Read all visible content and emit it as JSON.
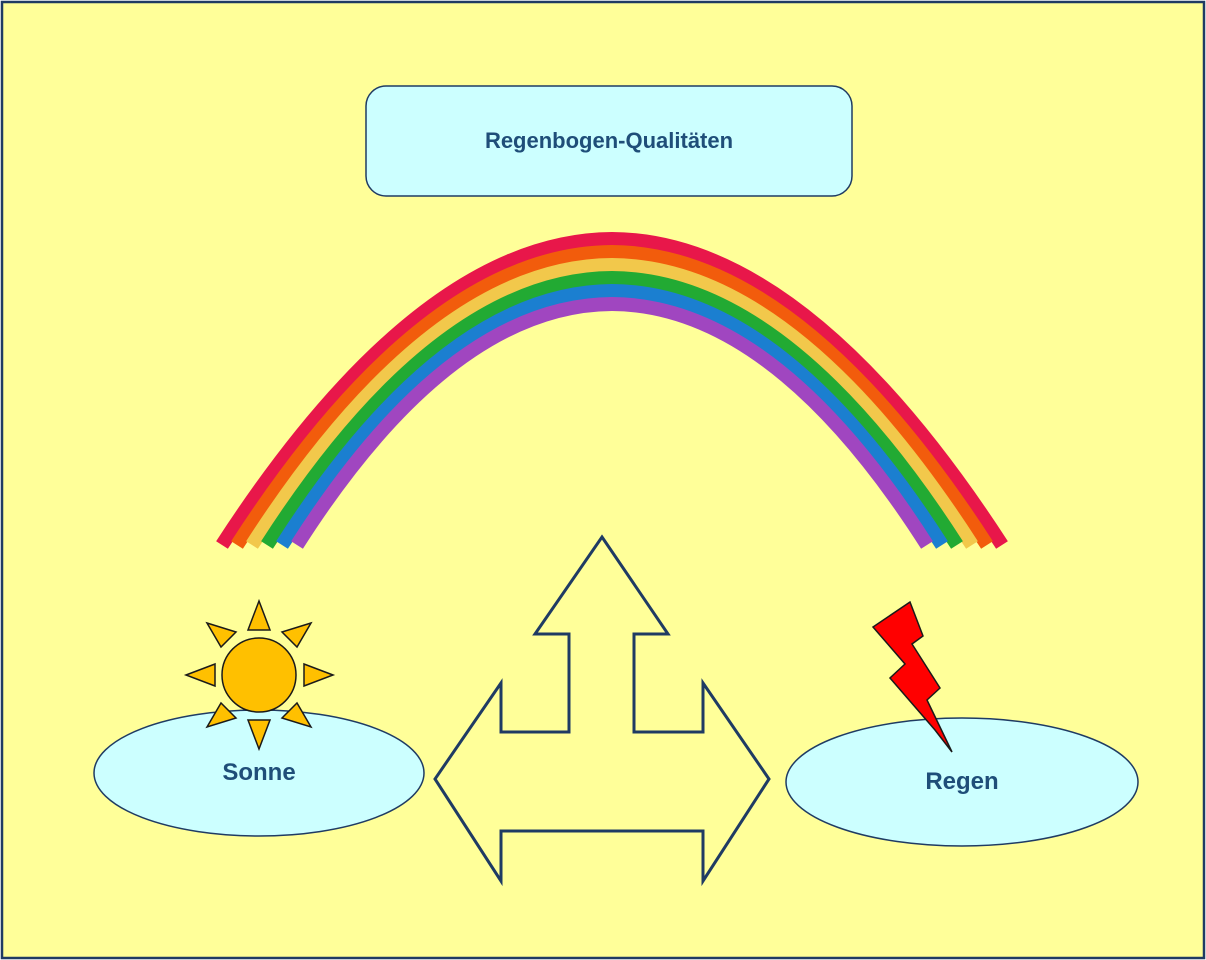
{
  "title": "Regenbogen-Qualitäten",
  "left_label": "Sonne",
  "right_label": "Regen",
  "icons": {
    "left": "sun-icon",
    "right": "lightning-icon",
    "center": "three-way-arrow-icon",
    "top": "rainbow-icon"
  },
  "colors": {
    "background": "#ffff99",
    "border": "#1f3b63",
    "box_fill": "#ccffff",
    "text": "#1f4e79",
    "sun": "#ffc000",
    "lightning": "#ff0000",
    "rainbow": [
      "#e8174a",
      "#f25c0c",
      "#f2c84b",
      "#22aa33",
      "#1b7fd0",
      "#a046c0"
    ]
  }
}
